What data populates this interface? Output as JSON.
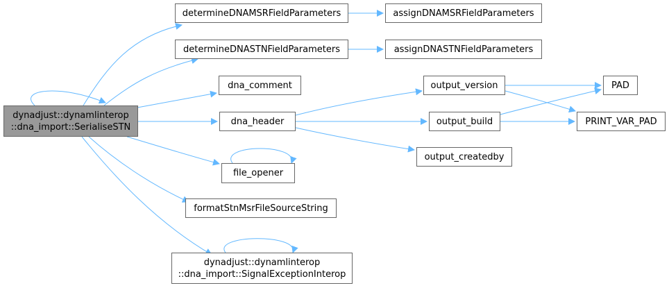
{
  "graph": {
    "root": {
      "line1": "dynadjust::dynamlinterop",
      "line2": "::dna_import::SerialiseSTN"
    },
    "nodes": {
      "determine_msr": "determineDNAMSRFieldParameters",
      "assign_msr": "assignDNAMSRFieldParameters",
      "determine_stn": "determineDNASTNFieldParameters",
      "assign_stn": "assignDNASTNFieldParameters",
      "dna_comment": "dna_comment",
      "dna_header": "dna_header",
      "file_opener": "file_opener",
      "format_string": "formatStnMsrFileSourceString",
      "signal_line1": "dynadjust::dynamlinterop",
      "signal_line2": "::dna_import::SignalExceptionInterop",
      "output_version": "output_version",
      "output_build": "output_build",
      "output_createdby": "output_createdby",
      "pad": "PAD",
      "print_var_pad": "PRINT_VAR_PAD"
    },
    "edge_color": "#63b8ff",
    "root_fill": "#999999",
    "node_border": "#666666"
  }
}
